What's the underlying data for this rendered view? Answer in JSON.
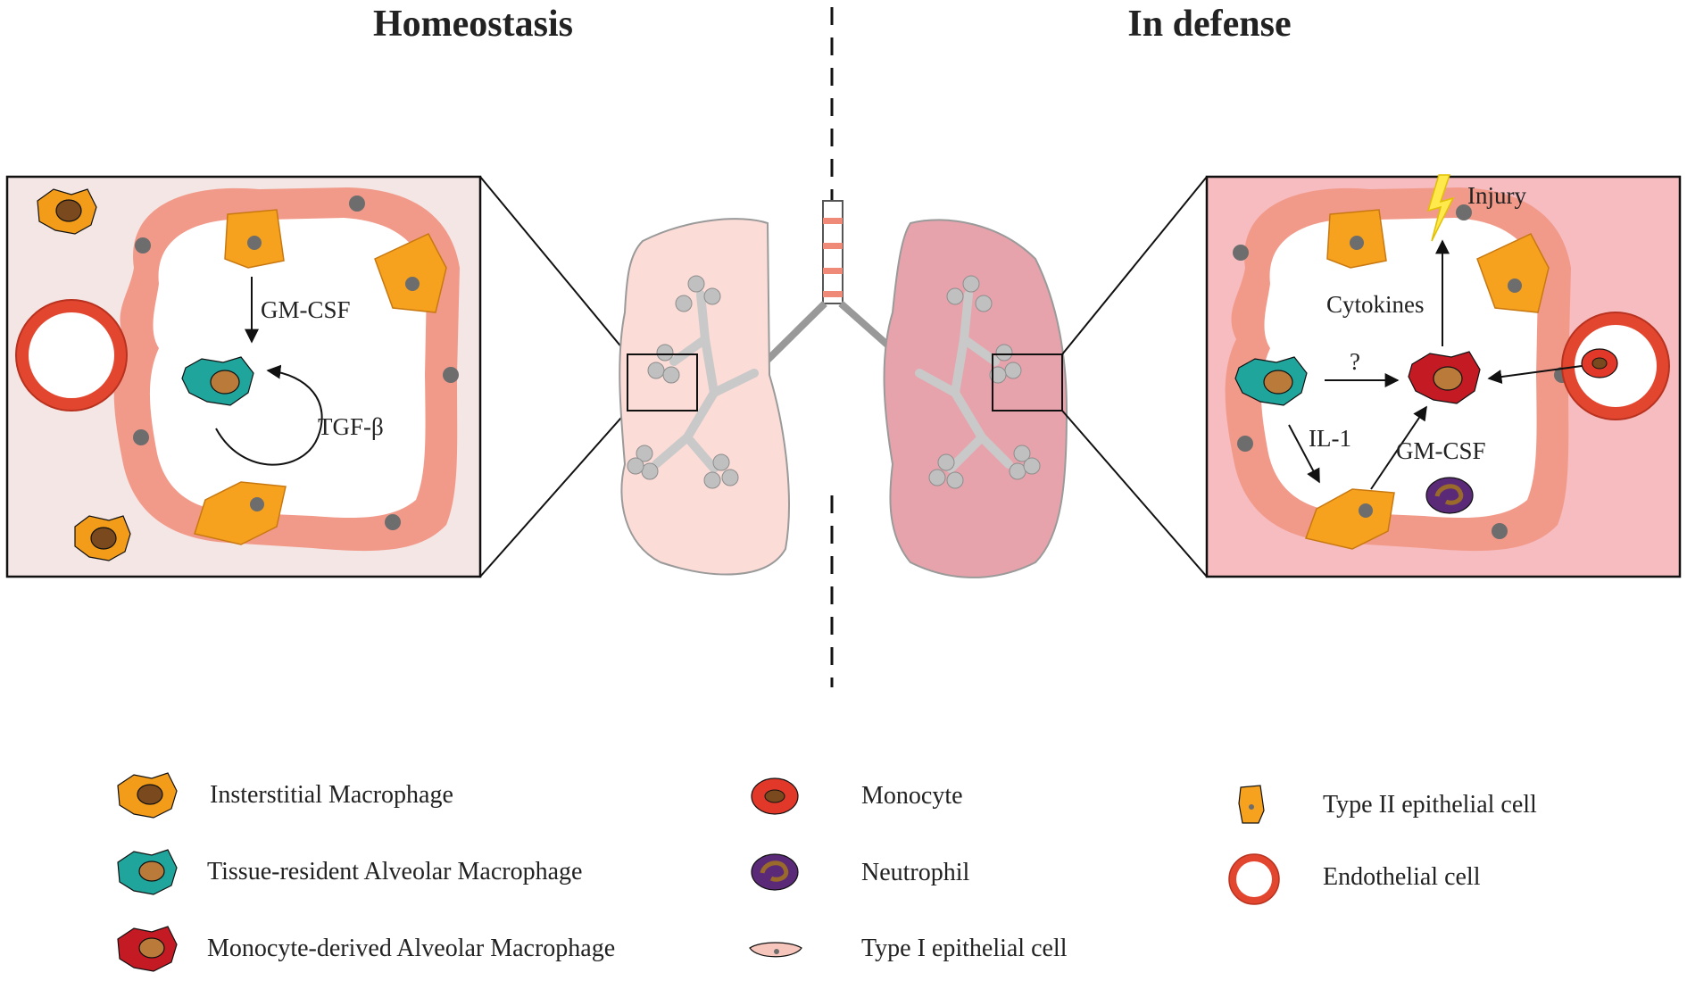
{
  "titles": {
    "left": "Homeostasis",
    "right": "In defense"
  },
  "left_panel": {
    "gmcsf": "GM-CSF",
    "tgfb": "TGF-β"
  },
  "right_panel": {
    "injury": "Injury",
    "cytokines": "Cytokines",
    "question": "?",
    "il1": "IL-1",
    "gmcsf": "GM-CSF"
  },
  "legend": {
    "interstitial": "Insterstitial Macrophage",
    "tissue_resident": "Tissue-resident Alveolar Macrophage",
    "monocyte_derived": "Monocyte-derived Alveolar Macrophage",
    "monocyte": "Monocyte",
    "neutrophil": "Neutrophil",
    "type1": "Type I epithelial cell",
    "type2": "Type II epithelial cell",
    "endothelial": "Endothelial cell"
  },
  "colors": {
    "interstitial_macrophage": "#f39c1a",
    "tissue_resident_macrophage": "#1fa59c",
    "monocyte_derived_macrophage": "#c41a24",
    "monocyte": "#e2382a",
    "neutrophil": "#5a2a78",
    "type1_epithelial": "#f29a8a",
    "type2_epithelial": "#f6a21e",
    "endothelial_ring": "#e3462f",
    "nucleus": "#7a4a1e",
    "left_bg": "#f3e6e4",
    "right_bg": "#f6bcc0",
    "lung_healthy": "#fbdcd6",
    "lung_inflamed": "#e7a3ab"
  }
}
